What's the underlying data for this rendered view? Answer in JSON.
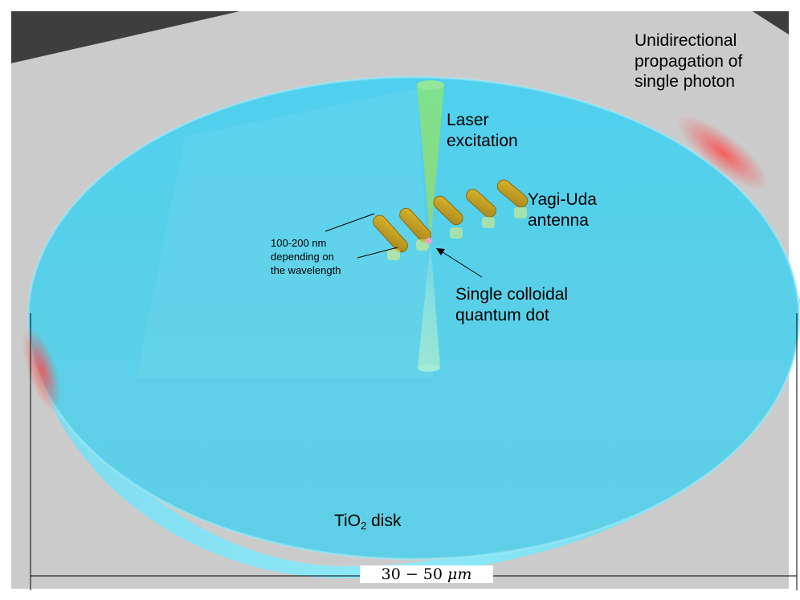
{
  "labels": {
    "unidirectional": [
      "Unidirectional",
      "propagation of",
      "single photon"
    ],
    "laser": [
      "Laser",
      "excitation"
    ],
    "yagi": [
      "Yagi-Uda",
      "antenna"
    ],
    "size_note": [
      "100-200 nm",
      "depending on",
      "the wavelength"
    ],
    "quantum_dot": [
      "Single colloidal",
      "quantum dot"
    ],
    "disk": {
      "prefix": "TiO",
      "subscript": "2",
      "suffix": " disk"
    },
    "dimension": {
      "numbers": "30 − 50",
      "unit": "μm"
    }
  },
  "colors": {
    "disk_top": "#52cfe9",
    "disk_edge": "#8ee7f7",
    "background": "#c9c9c9",
    "dark_corner": "#3d3d3d",
    "laser": "#7fdc74",
    "antenna": "#c9a21d",
    "emission": "#ff5555"
  }
}
